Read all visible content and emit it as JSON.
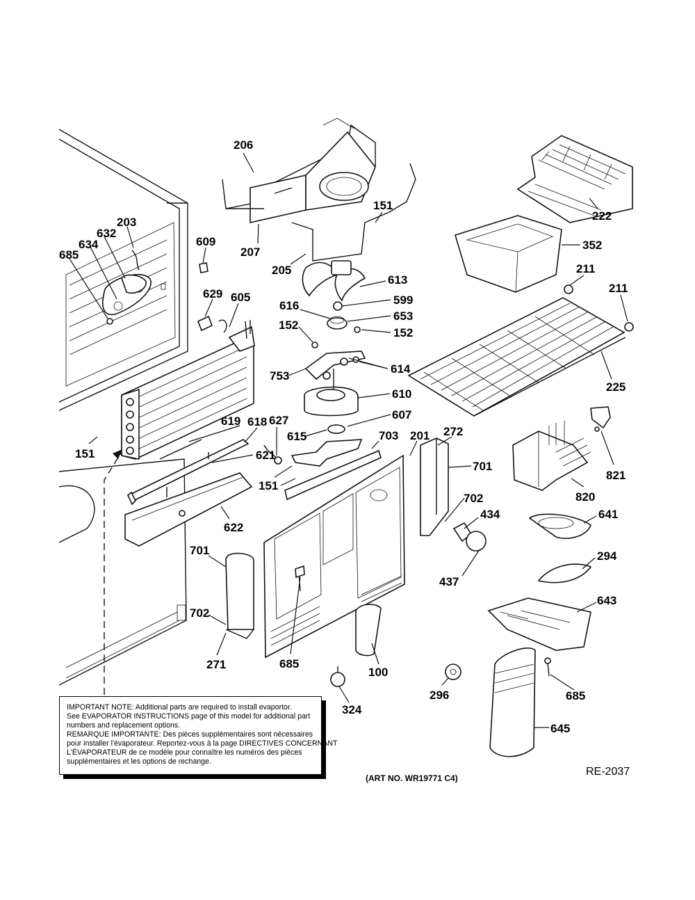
{
  "callouts": {
    "c206": "206",
    "c207": "207",
    "c205": "205",
    "c151a": "151",
    "c222": "222",
    "c352": "352",
    "c211a": "211",
    "c211b": "211",
    "c225": "225",
    "c203": "203",
    "c632": "632",
    "c634": "634",
    "c685a": "685",
    "c609": "609",
    "c629": "629",
    "c605": "605",
    "c613": "613",
    "c599": "599",
    "c616": "616",
    "c653": "653",
    "c152a": "152",
    "c152b": "152",
    "c614": "614",
    "c753": "753",
    "c610": "610",
    "c607": "607",
    "c615": "615",
    "c618": "618",
    "c619": "619",
    "c627": "627",
    "c621": "621",
    "c151b": "151",
    "c151c": "151",
    "c703": "703",
    "c201": "201",
    "c272": "272",
    "c701a": "701",
    "c702a": "702",
    "c434": "434",
    "c437": "437",
    "c821": "821",
    "c820": "820",
    "c641": "641",
    "c294": "294",
    "c643": "643",
    "c622": "622",
    "c701b": "701",
    "c702b": "702",
    "c271": "271",
    "c685b": "685",
    "c100": "100",
    "c324": "324",
    "c296": "296",
    "c685c": "685",
    "c645": "645"
  },
  "note": {
    "lines": [
      "IMPORTANT NOTE: Additional parts are required to install evaportor.",
      "See EVAPORATOR INSTRUCTIONS page of this model for additional part",
      "numbers and replacement options.",
      "REMARQUE IMPORTANTE: Des pièces supplémentaires sont nécessaires",
      "pour installer l'évaporateur. Reportez-vous à la page DIRECTIVES CONCERNANT",
      "L'ÉVAPORATEUR de ce modèle pour connaître les numéros des pièces",
      "supplémentaires et les options de rechange."
    ]
  },
  "footer": {
    "art_number": "(ART NO. WR19771 C4)",
    "drawing_code": "RE-2037"
  }
}
